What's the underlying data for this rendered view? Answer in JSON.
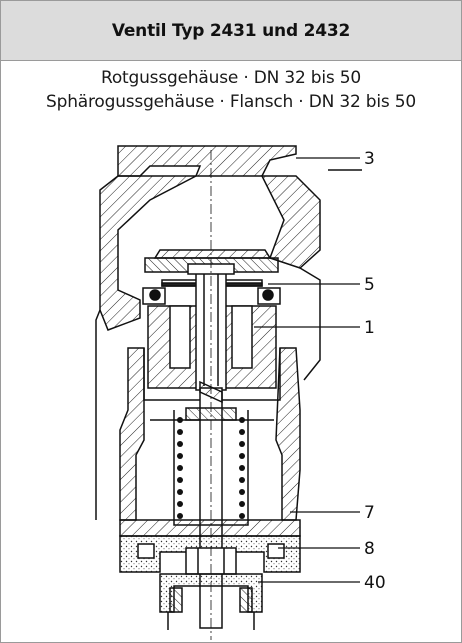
{
  "header": {
    "title": "Ventil Typ 2431 und 2432"
  },
  "subtitle": {
    "line1": "Rotgussgehäuse · DN 32 bis 50",
    "line2": "Sphärogussgehäuse · Flansch · DN 32 bis 50"
  },
  "callouts": [
    {
      "id": "c3",
      "label": "3"
    },
    {
      "id": "c5",
      "label": "5"
    },
    {
      "id": "c1",
      "label": "1"
    },
    {
      "id": "c7",
      "label": "7"
    },
    {
      "id": "c8",
      "label": "8"
    },
    {
      "id": "c40",
      "label": "40"
    }
  ],
  "colors": {
    "header_bg": "#dcdcdc",
    "border": "#9a9a9a",
    "line": "#111111"
  }
}
